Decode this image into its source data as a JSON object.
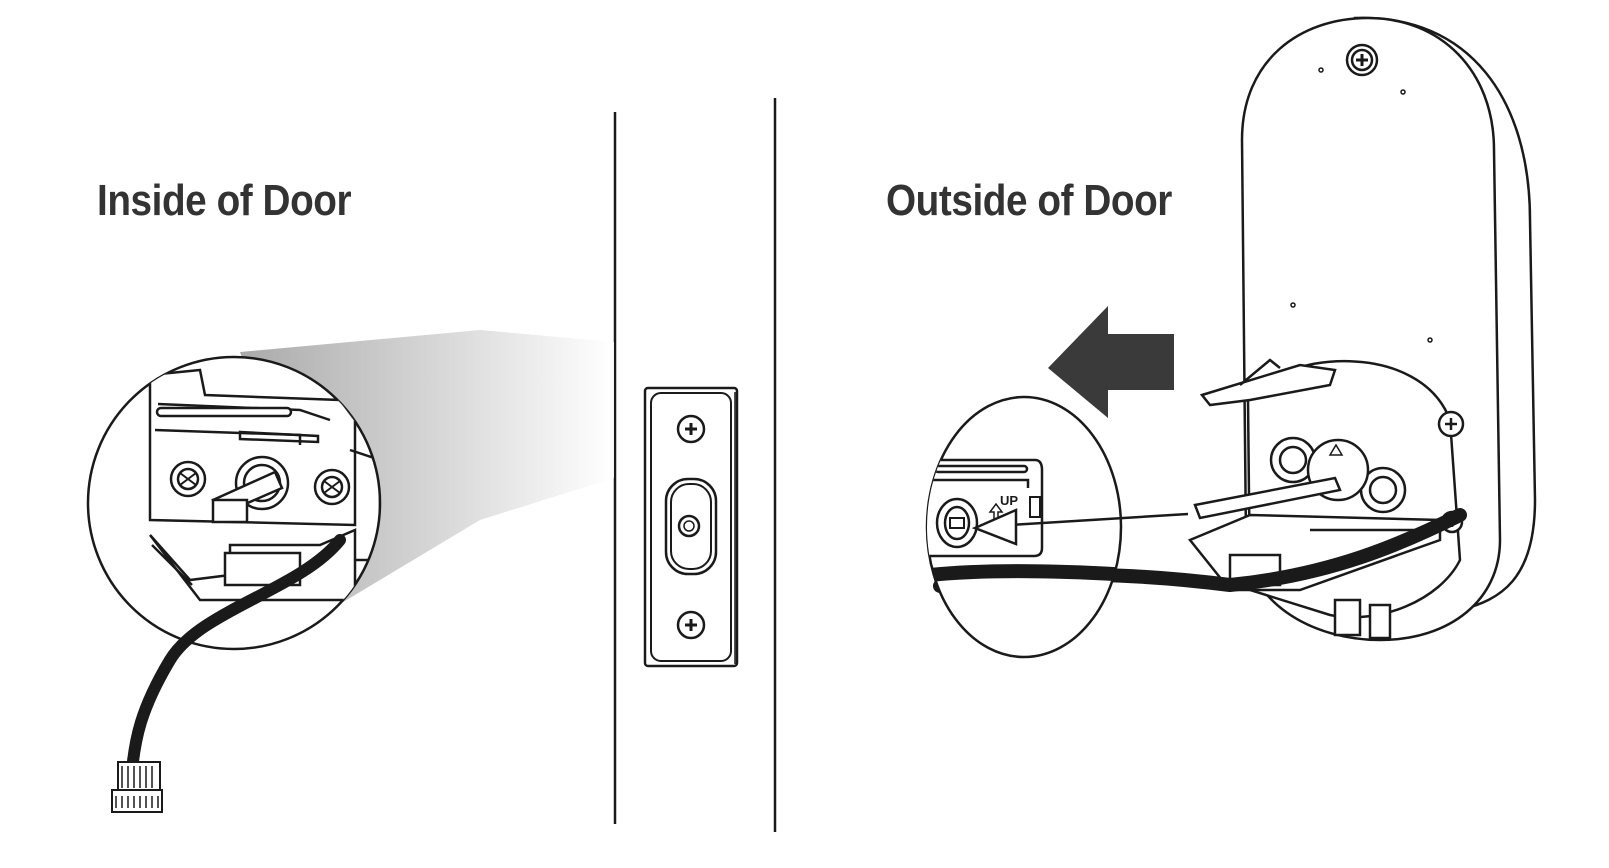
{
  "labels": {
    "inside": "Inside of Door",
    "outside": "Outside of Door",
    "up_mark": "UP"
  },
  "colors": {
    "line": "#1a1a1a",
    "arrow": "#3a3a3a",
    "heading": "#333333",
    "beam_light": "#ffffff",
    "beam_dark": "#9b9b9b"
  }
}
